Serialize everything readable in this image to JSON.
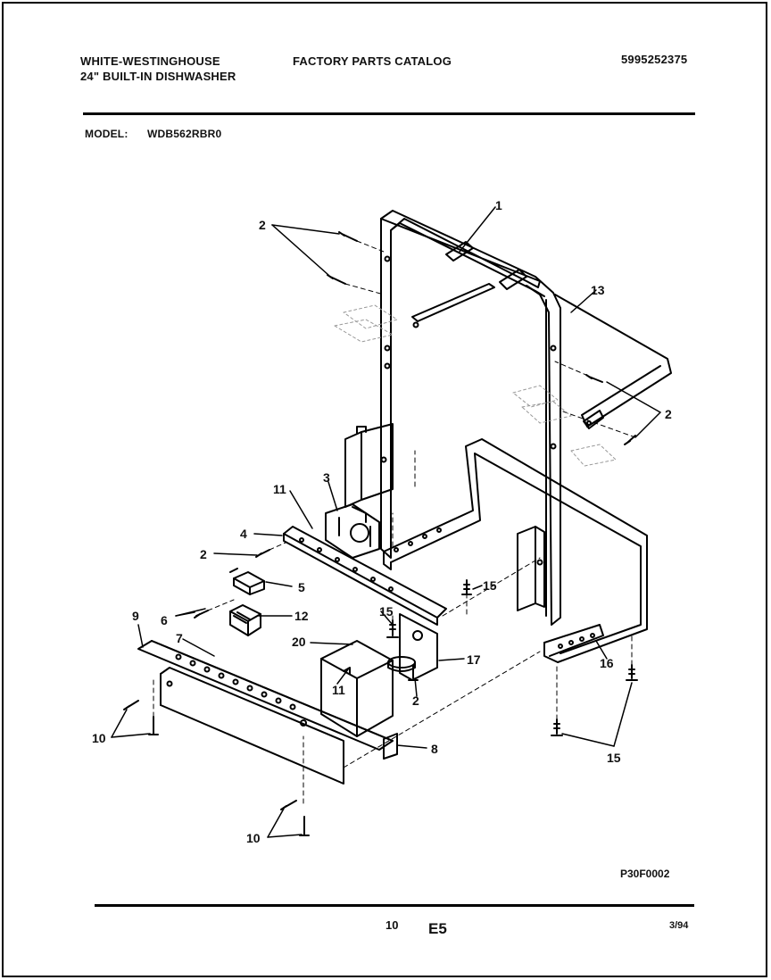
{
  "header": {
    "brand": "WHITE-WESTINGHOUSE",
    "product": "24\" BUILT-IN DISHWASHER",
    "catalog_title": "FACTORY PARTS CATALOG",
    "catalog_number": "5995252375",
    "model_label": "MODEL:",
    "model_value": "WDB562RBR0"
  },
  "callouts": {
    "c1": "1",
    "c2a": "2",
    "c2b": "2",
    "c2c": "2",
    "c2d": "2",
    "c3": "3",
    "c4": "4",
    "c5": "5",
    "c6": "6",
    "c7": "7",
    "c8": "8",
    "c9": "9",
    "c10a": "10",
    "c10b": "10",
    "c11a": "11",
    "c11b": "11",
    "c12": "12",
    "c13": "13",
    "c15a": "15",
    "c15b": "15",
    "c15c": "15",
    "c16": "16",
    "c17": "17",
    "c20": "20"
  },
  "figure_code": "P30F0002",
  "footer": {
    "page_number": "10",
    "section": "E5",
    "date": "3/94"
  }
}
